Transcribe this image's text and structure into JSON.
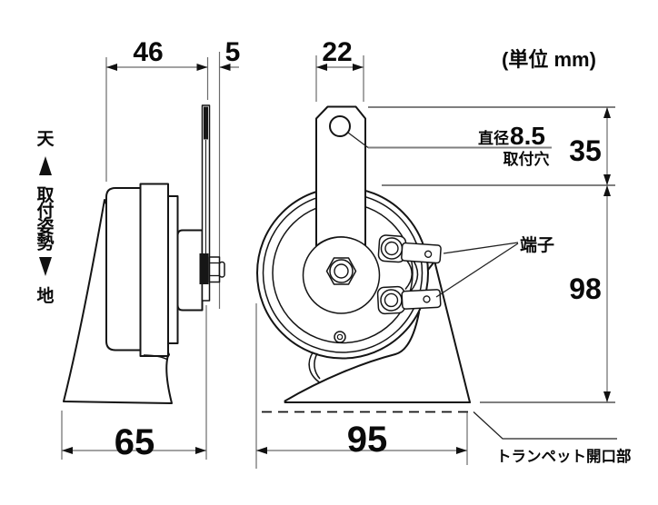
{
  "unit_note": "(単位 mm)",
  "dims": {
    "body_depth": "46",
    "bracket_thickness": "5",
    "bracket_width": "22",
    "hole_offset": "35",
    "body_height": "98",
    "bell_depth": "65",
    "body_diameter": "95",
    "hole_diameter": "8.5"
  },
  "hole_label": {
    "prefix": "直径",
    "name": "取付穴"
  },
  "callouts": {
    "terminal": "端子",
    "trumpet_opening": "トランペット開口部"
  },
  "orientation": {
    "sky": "天",
    "posture_chars": [
      "取",
      "付",
      "姿",
      "勢"
    ],
    "ground": "地"
  }
}
